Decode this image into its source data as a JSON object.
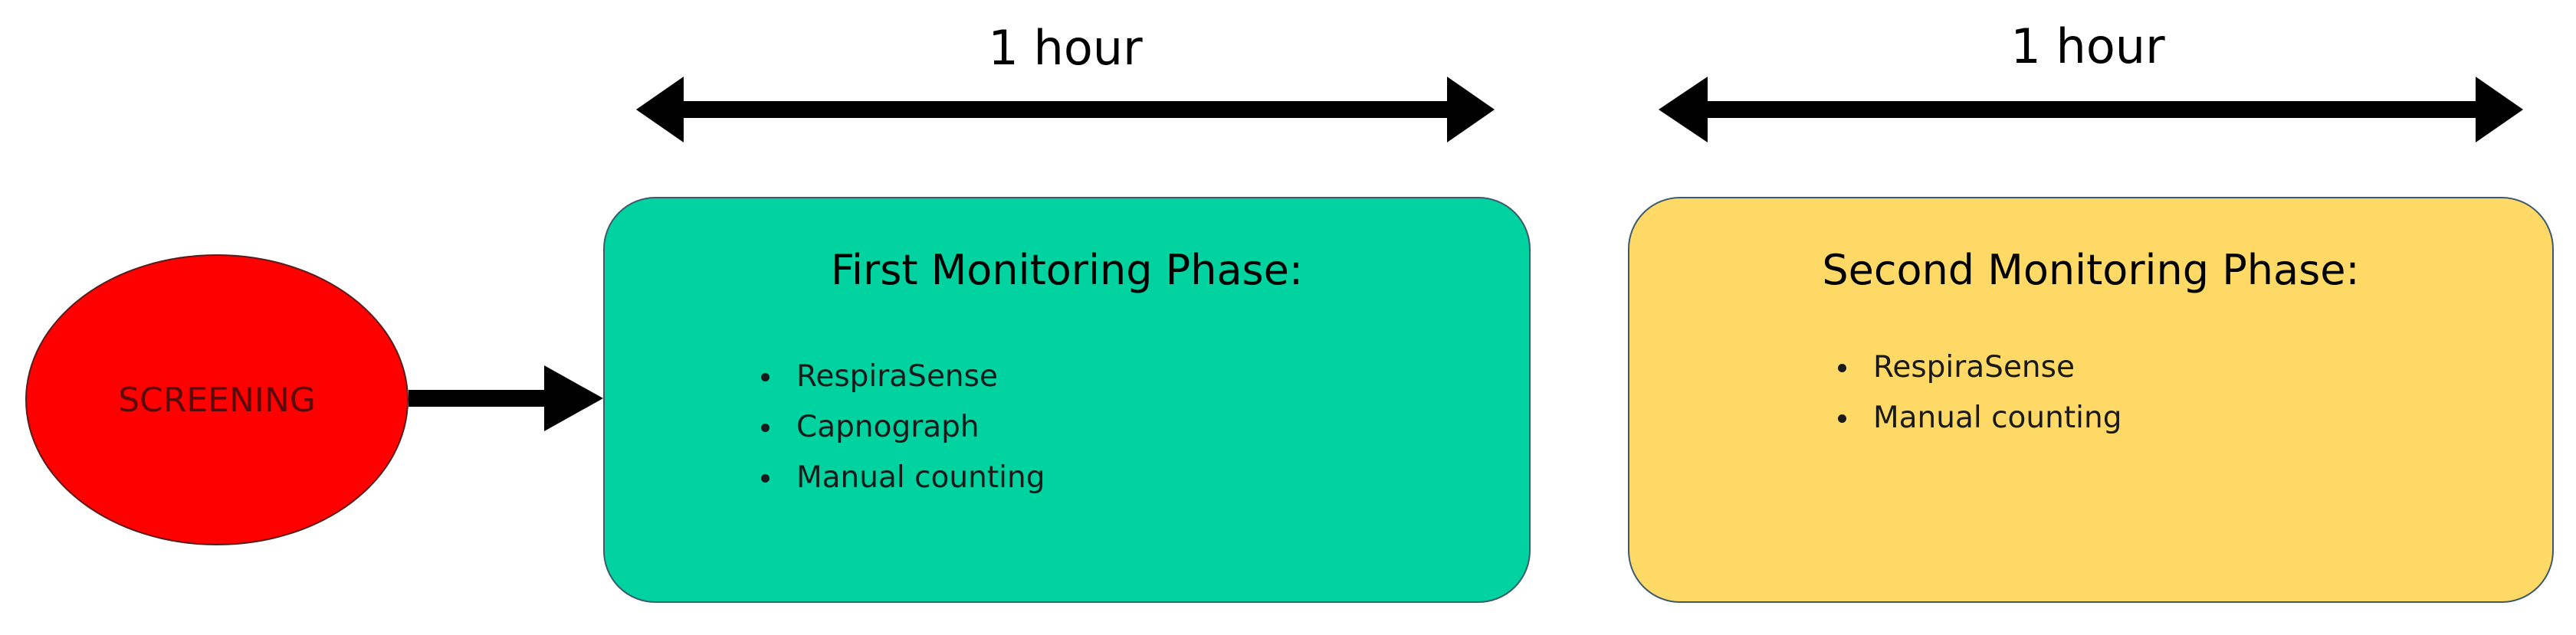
{
  "timeline": {
    "first_duration": "1 hour",
    "second_duration": "1 hour"
  },
  "screening": {
    "label": "SCREENING"
  },
  "phases": [
    {
      "title": "First Monitoring Phase:",
      "items": [
        "RespiraSense",
        "Capnograph",
        "Manual counting"
      ]
    },
    {
      "title": "Second Monitoring Phase:",
      "items": [
        "RespiraSense",
        "Manual counting"
      ]
    }
  ],
  "colors": {
    "screening_fill": "#ff0000",
    "first_phase_fill": "#00d3a0",
    "second_phase_fill": "#ffd966",
    "arrow": "#000000"
  }
}
